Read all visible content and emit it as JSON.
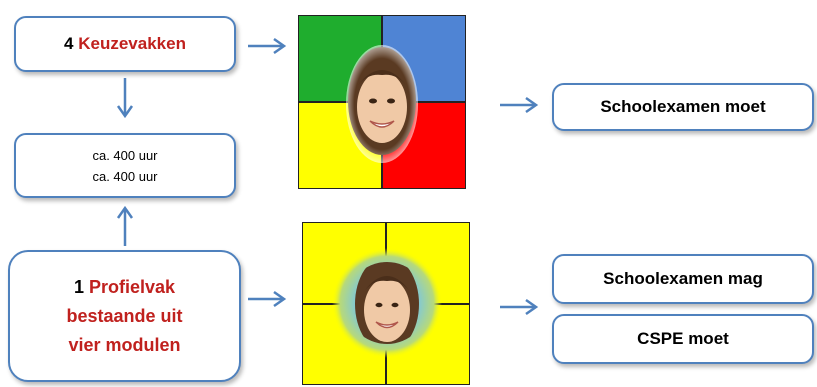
{
  "keuze_box": {
    "count": "4",
    "label": "Keuzevakken"
  },
  "uren_box": {
    "line1": "ca. 400 uur",
    "line2": "ca. 400 uur"
  },
  "profiel_box": {
    "count": "1",
    "label_line1": "Profielvak",
    "label_line2": "bestaande uit",
    "label_line3": "vier modulen"
  },
  "result_top": {
    "label": "Schoolexamen moet"
  },
  "result_bottom_1": {
    "label": "Schoolexamen mag"
  },
  "result_bottom_2": {
    "label": "CSPE moet"
  },
  "colors": {
    "box_border": "#4f81bd",
    "arrow": "#4f81bd",
    "accent_text": "#c0211e",
    "green": "#1fad2e",
    "blue": "#4f84d4",
    "yellow": "#ffff00",
    "red": "#ff0000"
  },
  "icons": [
    "arrow-right-icon",
    "arrow-down-icon",
    "arrow-up-icon",
    "face-photo"
  ]
}
